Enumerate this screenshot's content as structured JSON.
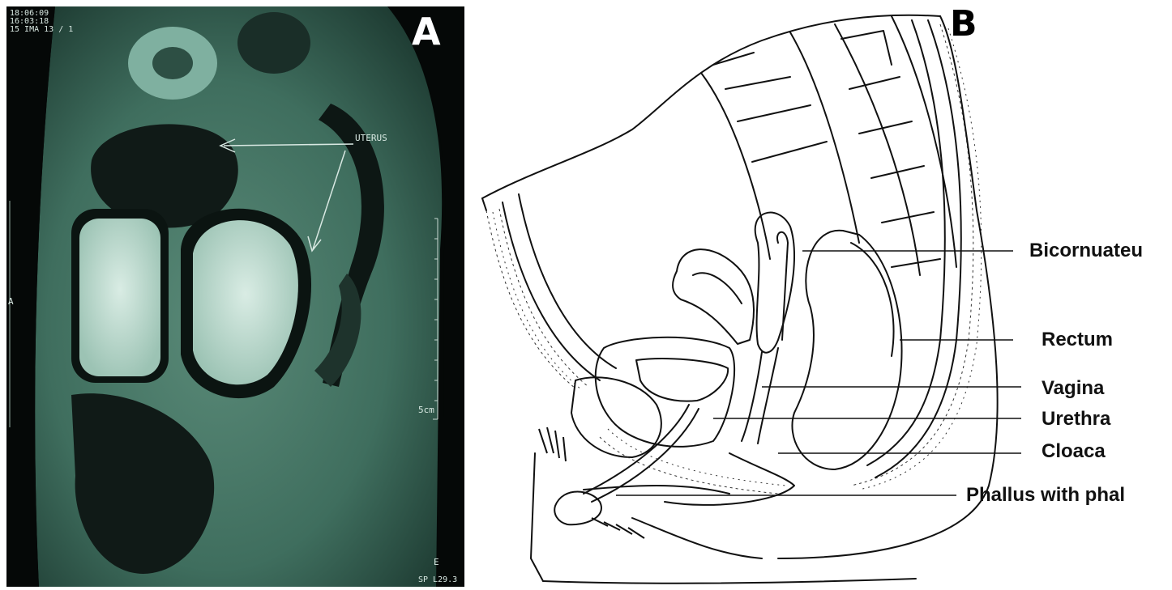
{
  "panel_a": {
    "letter": "A",
    "header_lines": [
      "18:06:09",
      "16:03:18",
      "15 IMA 13 / 1"
    ],
    "uterus_label": "UTERUS",
    "side_marker": "A",
    "scale_label": "5cm",
    "footer_letter": "E",
    "footer_text": "SP L29.3"
  },
  "panel_b": {
    "letter": "B",
    "labels": {
      "bicornuate": "Bicornuateu",
      "rectum": "Rectum",
      "vagina": "Vagina",
      "urethra": "Urethra",
      "cloaca": "Cloaca",
      "phallus": "Phallus with phal"
    }
  }
}
